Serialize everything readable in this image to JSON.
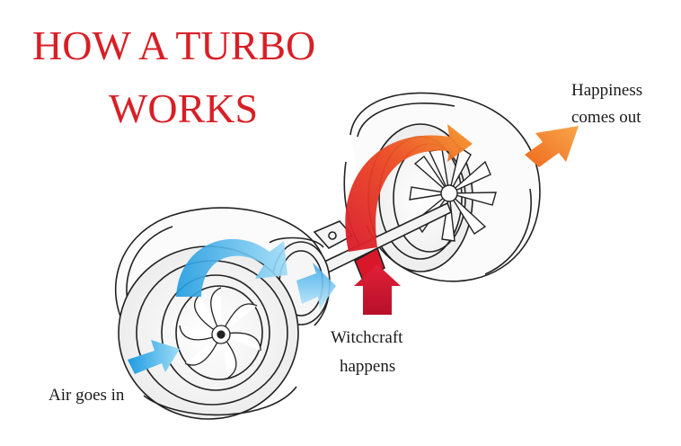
{
  "title": {
    "line1": "HOW A TURBO",
    "line2": "WORKS"
  },
  "labels": {
    "happiness_line1": "Happiness",
    "happiness_line2": "comes out",
    "witchcraft_line1": "Witchcraft",
    "witchcraft_line2": "happens",
    "air_in": "Air goes in"
  },
  "colors": {
    "title": "#d81f26",
    "intake_arrow": "#1e9be0",
    "intake_arrow_light": "#8fd3f5",
    "exhaust_arrow_hot": "#e0202a",
    "exhaust_arrow_warm": "#f07a1e",
    "outline": "#222222"
  }
}
